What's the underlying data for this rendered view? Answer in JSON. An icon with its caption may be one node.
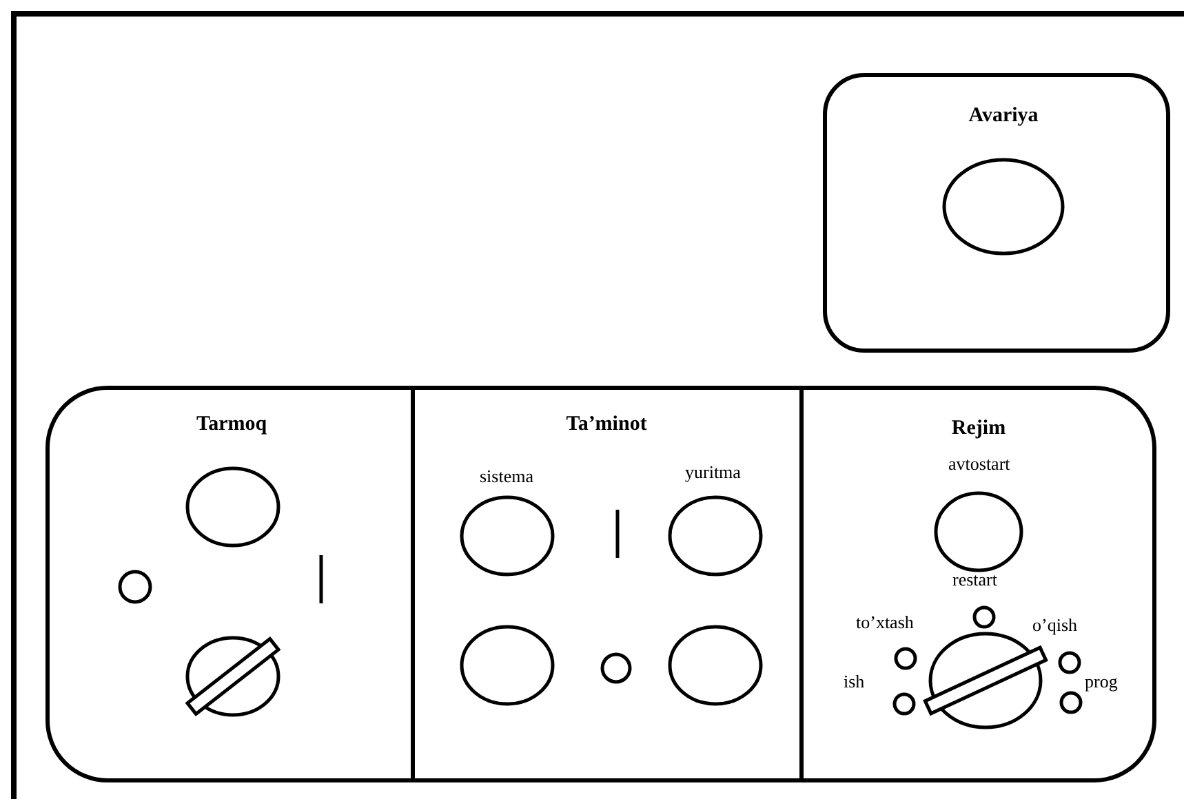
{
  "diagram": {
    "nodes": [
      {
        "text": [
          "Avariya"
        ]
      },
      {
        "text": [
          "Tarmoq"
        ]
      },
      {
        "text": [
          "Ta’minot"
        ]
      },
      {
        "text": [
          "Rejim"
        ]
      }
    ],
    "labels": [
      "sistema",
      "yuritma",
      "avtostart",
      "restart",
      "to’xtash",
      "o’qish",
      "ish",
      "prog"
    ]
  }
}
